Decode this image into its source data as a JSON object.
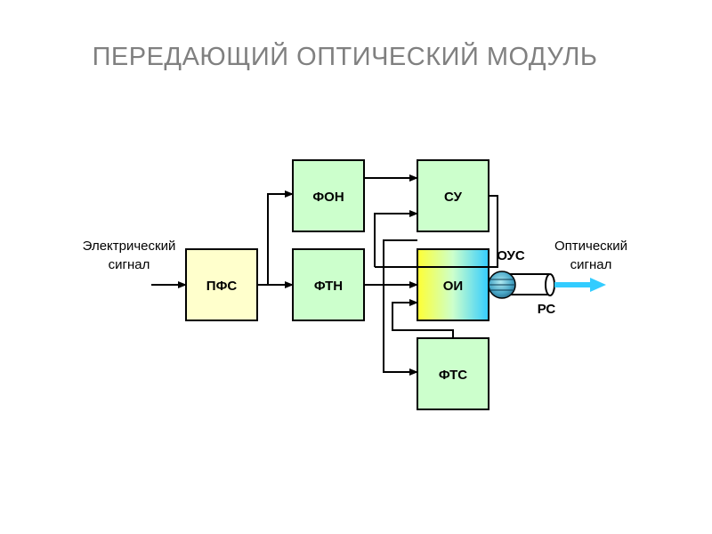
{
  "title": "ПЕРЕДАЮЩИЙ ОПТИЧЕСКИЙ МОДУЛЬ",
  "colors": {
    "green_block": "#ccffcc",
    "yellow_block": "#ffffcc",
    "oi_gradient": [
      "#ffff33",
      "#ccffcc",
      "#33ccff"
    ],
    "output_arrow": "#33ccff"
  },
  "input_label": {
    "line1": "Электрический",
    "line2": "сигнал"
  },
  "output_label": {
    "line1": "Оптический",
    "line2": "сигнал"
  },
  "blocks": {
    "pfs": "ПФС",
    "fon": "ФОН",
    "ftn": "ФТН",
    "su": "СУ",
    "oi": "ОИ",
    "fts": "ФТС"
  },
  "tags": {
    "ous": "ОУС",
    "rs": "РС"
  }
}
